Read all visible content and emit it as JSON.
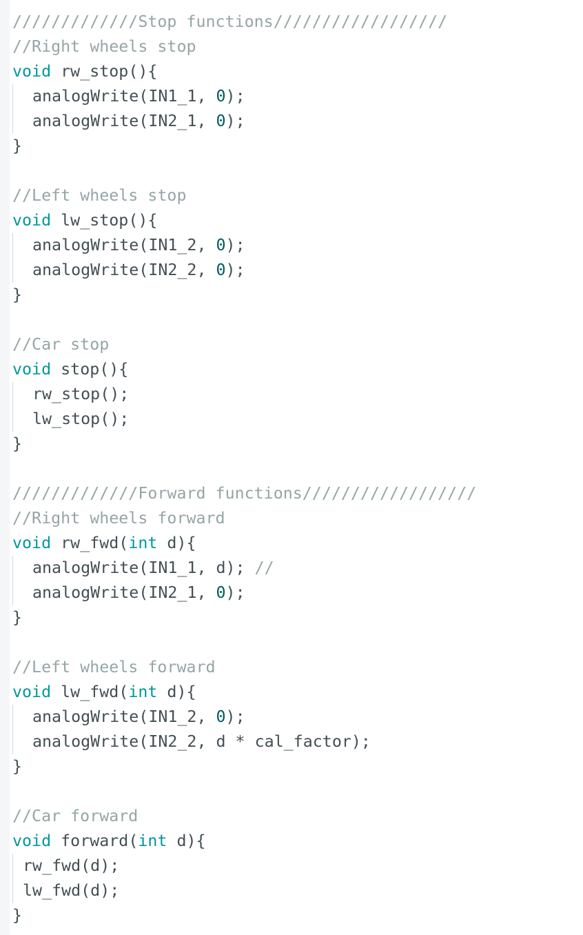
{
  "editor": {
    "language": "arduino",
    "colors": {
      "comment": "#95a5a6",
      "keyword": "#00979d",
      "function": "#d35400",
      "plain": "#434f54",
      "number": "#005c5f"
    },
    "lines": [
      {
        "indent": 0,
        "tokens": [
          {
            "t": "comment",
            "v": "/////////////Stop functions//////////////////"
          }
        ]
      },
      {
        "indent": 0,
        "tokens": [
          {
            "t": "comment",
            "v": "//Right wheels stop"
          }
        ]
      },
      {
        "indent": 0,
        "tokens": [
          {
            "t": "keyword",
            "v": "void"
          },
          {
            "t": "plain",
            "v": " "
          },
          {
            "t": "function",
            "v": "rw_stop"
          },
          {
            "t": "plain",
            "v": "(){"
          }
        ]
      },
      {
        "indent": 2,
        "tokens": [
          {
            "t": "function",
            "v": "analogWrite"
          },
          {
            "t": "plain",
            "v": "(IN1_1, "
          },
          {
            "t": "number",
            "v": "0"
          },
          {
            "t": "plain",
            "v": ");"
          }
        ]
      },
      {
        "indent": 2,
        "tokens": [
          {
            "t": "function",
            "v": "analogWrite"
          },
          {
            "t": "plain",
            "v": "(IN2_1, "
          },
          {
            "t": "number",
            "v": "0"
          },
          {
            "t": "plain",
            "v": ");"
          }
        ]
      },
      {
        "indent": 0,
        "tokens": [
          {
            "t": "plain",
            "v": "}"
          }
        ]
      },
      {
        "indent": 0,
        "tokens": []
      },
      {
        "indent": 0,
        "tokens": [
          {
            "t": "comment",
            "v": "//Left wheels stop"
          }
        ]
      },
      {
        "indent": 0,
        "tokens": [
          {
            "t": "keyword",
            "v": "void"
          },
          {
            "t": "plain",
            "v": " "
          },
          {
            "t": "function",
            "v": "lw_stop"
          },
          {
            "t": "plain",
            "v": "(){"
          }
        ]
      },
      {
        "indent": 2,
        "tokens": [
          {
            "t": "function",
            "v": "analogWrite"
          },
          {
            "t": "plain",
            "v": "(IN1_2, "
          },
          {
            "t": "number",
            "v": "0"
          },
          {
            "t": "plain",
            "v": ");"
          }
        ]
      },
      {
        "indent": 2,
        "tokens": [
          {
            "t": "function",
            "v": "analogWrite"
          },
          {
            "t": "plain",
            "v": "(IN2_2, "
          },
          {
            "t": "number",
            "v": "0"
          },
          {
            "t": "plain",
            "v": ");"
          }
        ]
      },
      {
        "indent": 0,
        "tokens": [
          {
            "t": "plain",
            "v": "}"
          }
        ]
      },
      {
        "indent": 0,
        "tokens": []
      },
      {
        "indent": 0,
        "tokens": [
          {
            "t": "comment",
            "v": "//Car stop"
          }
        ]
      },
      {
        "indent": 0,
        "tokens": [
          {
            "t": "keyword",
            "v": "void"
          },
          {
            "t": "plain",
            "v": " "
          },
          {
            "t": "function",
            "v": "stop"
          },
          {
            "t": "plain",
            "v": "(){"
          }
        ]
      },
      {
        "indent": 2,
        "tokens": [
          {
            "t": "function",
            "v": "rw_stop"
          },
          {
            "t": "plain",
            "v": "();"
          }
        ]
      },
      {
        "indent": 2,
        "tokens": [
          {
            "t": "function",
            "v": "lw_stop"
          },
          {
            "t": "plain",
            "v": "();"
          }
        ]
      },
      {
        "indent": 0,
        "tokens": [
          {
            "t": "plain",
            "v": "}"
          }
        ]
      },
      {
        "indent": 0,
        "tokens": []
      },
      {
        "indent": 0,
        "tokens": [
          {
            "t": "comment",
            "v": "/////////////Forward functions//////////////////"
          }
        ]
      },
      {
        "indent": 0,
        "tokens": [
          {
            "t": "comment",
            "v": "//Right wheels forward"
          }
        ]
      },
      {
        "indent": 0,
        "tokens": [
          {
            "t": "keyword",
            "v": "void"
          },
          {
            "t": "plain",
            "v": " "
          },
          {
            "t": "function",
            "v": "rw_fwd"
          },
          {
            "t": "plain",
            "v": "("
          },
          {
            "t": "keyword",
            "v": "int"
          },
          {
            "t": "plain",
            "v": " d){"
          }
        ]
      },
      {
        "indent": 2,
        "tokens": [
          {
            "t": "function",
            "v": "analogWrite"
          },
          {
            "t": "plain",
            "v": "(IN1_1, d); "
          },
          {
            "t": "comment",
            "v": "//"
          }
        ]
      },
      {
        "indent": 2,
        "tokens": [
          {
            "t": "function",
            "v": "analogWrite"
          },
          {
            "t": "plain",
            "v": "(IN2_1, "
          },
          {
            "t": "number",
            "v": "0"
          },
          {
            "t": "plain",
            "v": ");"
          }
        ]
      },
      {
        "indent": 0,
        "tokens": [
          {
            "t": "plain",
            "v": "}"
          }
        ]
      },
      {
        "indent": 0,
        "tokens": []
      },
      {
        "indent": 0,
        "tokens": [
          {
            "t": "comment",
            "v": "//Left wheels forward"
          }
        ]
      },
      {
        "indent": 0,
        "tokens": [
          {
            "t": "keyword",
            "v": "void"
          },
          {
            "t": "plain",
            "v": " "
          },
          {
            "t": "function",
            "v": "lw_fwd"
          },
          {
            "t": "plain",
            "v": "("
          },
          {
            "t": "keyword",
            "v": "int"
          },
          {
            "t": "plain",
            "v": " d){"
          }
        ]
      },
      {
        "indent": 2,
        "tokens": [
          {
            "t": "function",
            "v": "analogWrite"
          },
          {
            "t": "plain",
            "v": "(IN1_2, "
          },
          {
            "t": "number",
            "v": "0"
          },
          {
            "t": "plain",
            "v": ");"
          }
        ]
      },
      {
        "indent": 2,
        "tokens": [
          {
            "t": "function",
            "v": "analogWrite"
          },
          {
            "t": "plain",
            "v": "(IN2_2, d * cal_factor);"
          }
        ]
      },
      {
        "indent": 0,
        "tokens": [
          {
            "t": "plain",
            "v": "}"
          }
        ]
      },
      {
        "indent": 0,
        "tokens": []
      },
      {
        "indent": 0,
        "tokens": [
          {
            "t": "comment",
            "v": "//Car forward"
          }
        ]
      },
      {
        "indent": 0,
        "tokens": [
          {
            "t": "keyword",
            "v": "void"
          },
          {
            "t": "plain",
            "v": " "
          },
          {
            "t": "function",
            "v": "forward"
          },
          {
            "t": "plain",
            "v": "("
          },
          {
            "t": "keyword",
            "v": "int"
          },
          {
            "t": "plain",
            "v": " d){"
          }
        ]
      },
      {
        "indent": 1,
        "tokens": [
          {
            "t": "function",
            "v": "rw_fwd"
          },
          {
            "t": "plain",
            "v": "(d);"
          }
        ]
      },
      {
        "indent": 1,
        "tokens": [
          {
            "t": "function",
            "v": "lw_fwd"
          },
          {
            "t": "plain",
            "v": "(d);"
          }
        ]
      },
      {
        "indent": 0,
        "tokens": [
          {
            "t": "plain",
            "v": "}"
          }
        ]
      }
    ]
  }
}
